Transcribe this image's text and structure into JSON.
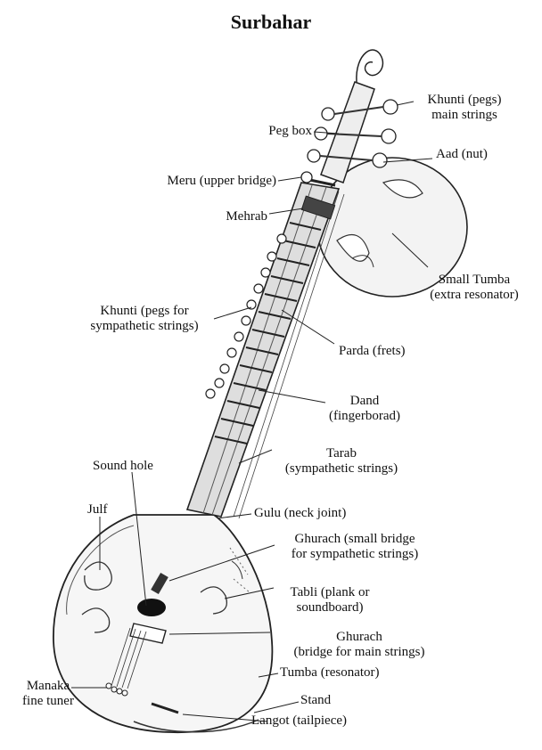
{
  "title": "Surbahar",
  "labels": {
    "khunti_main": [
      "Khunti (pegs)",
      "main strings"
    ],
    "peg_box": [
      "Peg box"
    ],
    "aad": [
      "Aad (nut)"
    ],
    "meru": [
      "Meru (upper bridge)"
    ],
    "mehrab": [
      "Mehrab"
    ],
    "small_tumba": [
      "Small Tumba",
      "(extra resonator)"
    ],
    "khunti_sym": [
      "Khunti (pegs for",
      "sympathetic strings)"
    ],
    "parda": [
      "Parda (frets)"
    ],
    "dand": [
      "Dand",
      "(fingerborad)"
    ],
    "tarab": [
      "Tarab",
      "(sympathetic strings)"
    ],
    "sound_hole": [
      "Sound hole"
    ],
    "julf": [
      "Julf"
    ],
    "gulu": [
      "Gulu (neck joint)"
    ],
    "ghurach_small": [
      "Ghurach (small bridge",
      "for sympathetic strings)"
    ],
    "tabli": [
      "Tabli (plank or",
      "soundboard)"
    ],
    "ghurach_main": [
      "Ghurach",
      "(bridge for main strings)"
    ],
    "tumba": [
      "Tumba (resonator)"
    ],
    "manaka": [
      "Manaka",
      "fine tuner"
    ],
    "stand": [
      "Stand"
    ],
    "langot": [
      "Langot (tailpiece)"
    ]
  }
}
